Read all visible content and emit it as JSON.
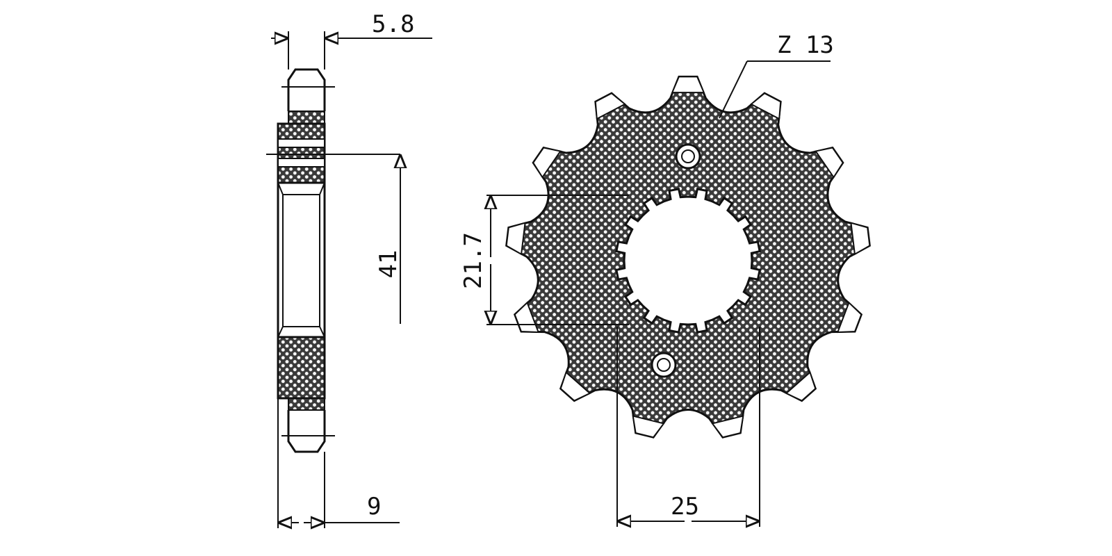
{
  "drawing": {
    "side_view": {
      "width_label": "5.8",
      "hub_width_label": "9",
      "bore_height_label": "41"
    },
    "front_view": {
      "teeth_label": "Z 13",
      "teeth_count": 13,
      "spline_label": "21.7",
      "hole_spacing_label": "25"
    },
    "colors": {
      "line": "#111111",
      "hatch_bg": "#3a3a3a",
      "hatch_dot": "#ffffff"
    }
  }
}
